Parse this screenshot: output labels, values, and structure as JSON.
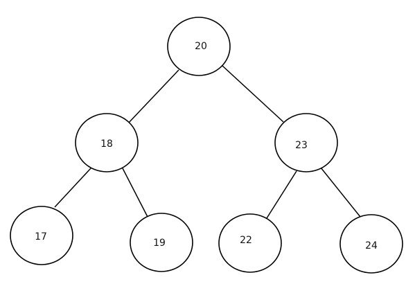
{
  "diagram": {
    "type": "binary-tree",
    "root": "20",
    "nodes": [
      {
        "id": "n20",
        "label": "20"
      },
      {
        "id": "n18",
        "label": "18"
      },
      {
        "id": "n23",
        "label": "23"
      },
      {
        "id": "n17",
        "label": "17"
      },
      {
        "id": "n19",
        "label": "19"
      },
      {
        "id": "n22",
        "label": "22"
      },
      {
        "id": "n24",
        "label": "24"
      }
    ],
    "edges": [
      {
        "from": "n20",
        "to": "n18"
      },
      {
        "from": "n20",
        "to": "n23"
      },
      {
        "from": "n18",
        "to": "n17"
      },
      {
        "from": "n18",
        "to": "n19"
      },
      {
        "from": "n23",
        "to": "n22"
      },
      {
        "from": "n23",
        "to": "n24"
      }
    ]
  }
}
